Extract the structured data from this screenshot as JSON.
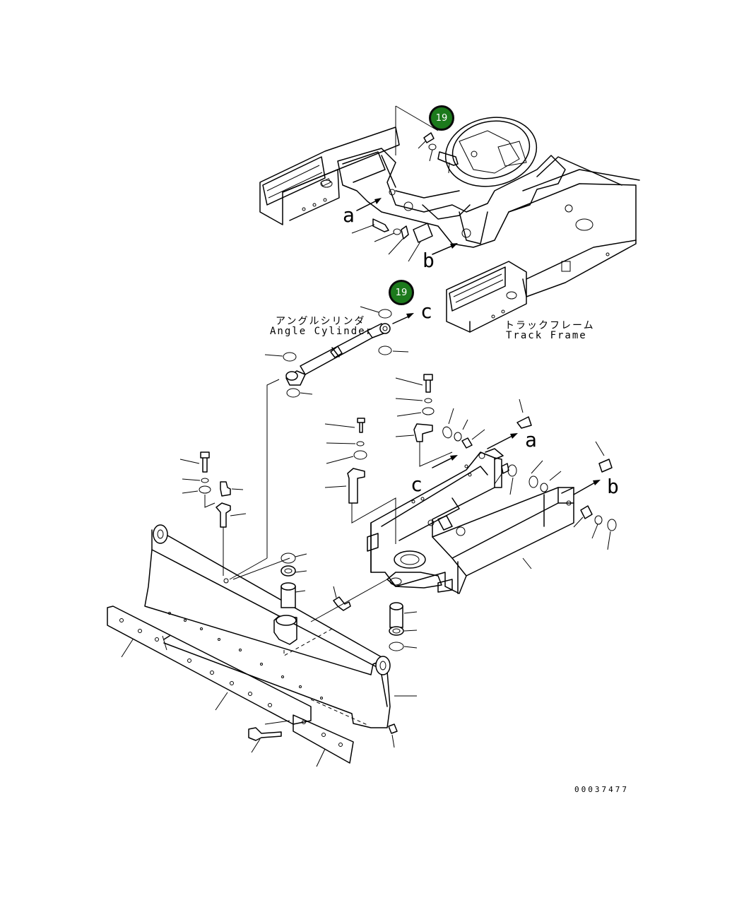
{
  "callouts": [
    {
      "id": "badge-top",
      "label": "19",
      "color": "#1c7a1c"
    },
    {
      "id": "badge-mid",
      "label": "19",
      "color": "#1c7a1c"
    }
  ],
  "letters": {
    "a_upper": "a",
    "b_upper": "b",
    "c_upper": "c",
    "a_lower": "a",
    "b_lower": "b",
    "c_lower": "c"
  },
  "captions": {
    "angle_cylinder_jp": "アングルシリンダ",
    "angle_cylinder_en": "Angle Cylinder",
    "track_frame_jp": "トラックフレーム",
    "track_frame_en": "Track Frame"
  },
  "document_number": "00037477"
}
